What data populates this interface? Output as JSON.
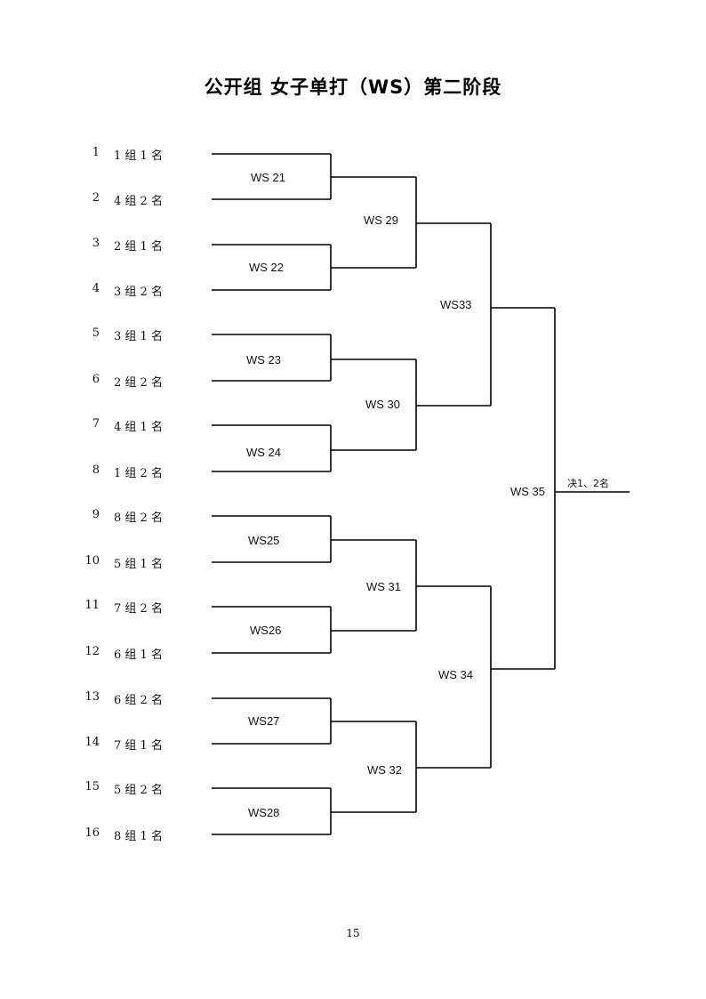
{
  "title": "公开组 女子单打（WS）第二阶段",
  "entries": [
    {
      "num": "1",
      "label": "1 组 1 名"
    },
    {
      "num": "2",
      "label": "4 组 2 名"
    },
    {
      "num": "3",
      "label": "2 组 1 名"
    },
    {
      "num": "4",
      "label": "3 组 2 名"
    },
    {
      "num": "5",
      "label": "3 组 1 名"
    },
    {
      "num": "6",
      "label": "2 组 2 名"
    },
    {
      "num": "7",
      "label": "4 组 1 名"
    },
    {
      "num": "8",
      "label": "1 组 2 名"
    },
    {
      "num": "9",
      "label": "8 组 2 名"
    },
    {
      "num": "10",
      "label": "5 组 1 名"
    },
    {
      "num": "11",
      "label": "7 组 2 名"
    },
    {
      "num": "12",
      "label": "6 组 1 名"
    },
    {
      "num": "13",
      "label": "6 组 2 名"
    },
    {
      "num": "14",
      "label": "7 组 1 名"
    },
    {
      "num": "15",
      "label": "5 组 2 名"
    },
    {
      "num": "16",
      "label": "8 组 1 名"
    }
  ],
  "matches": {
    "round1": [
      "WS 21",
      "WS 22",
      "WS 23",
      "WS 24",
      "WS25",
      "WS26",
      "WS27",
      "WS28"
    ],
    "round2": [
      "WS 29",
      "WS 30",
      "WS 31",
      "WS 32"
    ],
    "round3": [
      "WS33",
      "WS 34"
    ],
    "final": "WS 35"
  },
  "final_result_label": "决1、2名",
  "page_number": "15"
}
